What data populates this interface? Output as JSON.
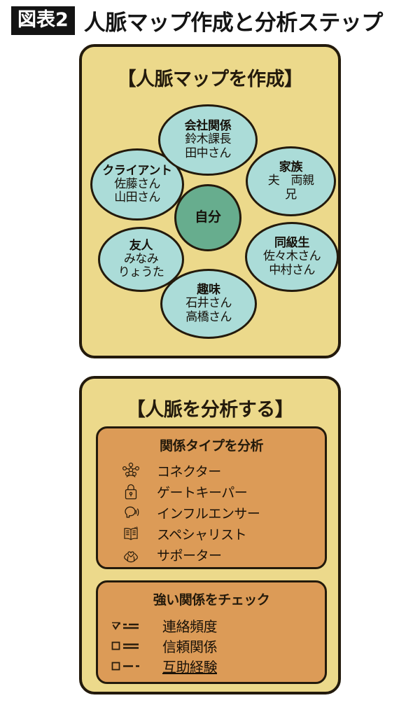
{
  "header": {
    "badge": "図表2",
    "title": "人脈マップ作成と分析ステップ"
  },
  "colors": {
    "card_bg": "#ecd98b",
    "panel_bg": "#dc9b57",
    "bubble_fill": "#abdcd8",
    "center_fill": "#67ad8e",
    "outline": "#231a0c",
    "badge_bg": "#141414"
  },
  "map_card": {
    "title": "【人脈マップを作成】",
    "center": {
      "title": "自分"
    },
    "bubbles": [
      {
        "title": "会社関係",
        "lines": [
          "鈴木課長",
          "田中さん"
        ]
      },
      {
        "title": "クライアント",
        "lines": [
          "佐藤さん",
          "山田さん"
        ]
      },
      {
        "title": "家族",
        "lines": [
          "夫　両親",
          "兄"
        ]
      },
      {
        "title": "友人",
        "lines": [
          "みなみ",
          "りょうた"
        ]
      },
      {
        "title": "同級生",
        "lines": [
          "佐々木さん",
          "中村さん"
        ]
      },
      {
        "title": "趣味",
        "lines": [
          "石井さん",
          "高橋さん"
        ]
      }
    ]
  },
  "analyze_card": {
    "title": "【人脈を分析する】",
    "types_panel": {
      "title": "関係タイプを分析",
      "items": [
        {
          "icon": "network-icon",
          "label": "コネクター"
        },
        {
          "icon": "lock-icon",
          "label": "ゲートキーパー"
        },
        {
          "icon": "speaking-head-icon",
          "label": "インフルエンサー"
        },
        {
          "icon": "open-book-icon",
          "label": "スペシャリスト"
        },
        {
          "icon": "hands-heart-icon",
          "label": "サポーター"
        }
      ]
    },
    "strong_panel": {
      "title": "強い関係をチェック",
      "items": [
        {
          "checked": true,
          "label": "連絡頻度"
        },
        {
          "checked": false,
          "label": "信頼関係"
        },
        {
          "checked": false,
          "label": "互助経験"
        }
      ]
    }
  }
}
